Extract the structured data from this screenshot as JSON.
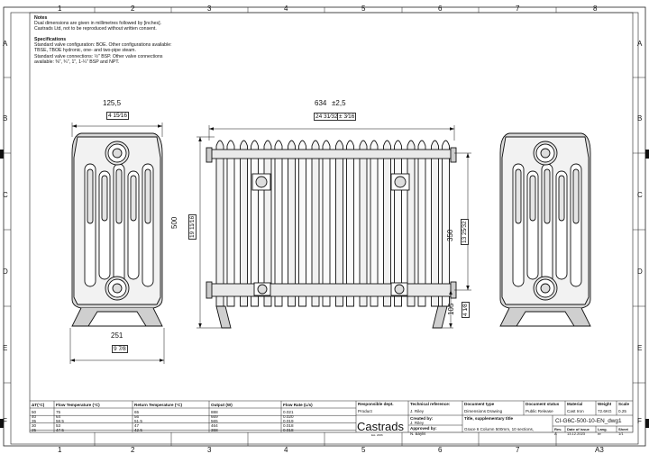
{
  "notes": {
    "heading": "Notes",
    "lines": [
      "Dual dimensions are given in millimetres followed by [inches].",
      "Castrads Ltd, not to be reproduced without written consent."
    ],
    "spec_heading": "Specifications",
    "spec_lines": [
      "Standard valve configuration: BOE. Other configurations available:",
      "TBSE, TBOE hydronic, one- and two-pipe steam.",
      "Standard valve connections: ½\" BSP. Other valve connections",
      "available: ⅜\", ¾\", 1\", 1-¼\" BSP and NPT."
    ]
  },
  "grid": {
    "columns": [
      "1",
      "2",
      "3",
      "4",
      "5",
      "6",
      "7",
      "8"
    ],
    "rows": [
      "A",
      "B",
      "C",
      "D",
      "E",
      "F"
    ]
  },
  "dimensions": {
    "side_depth_mm": "125,5",
    "side_depth_in": "4 15⁄16",
    "foot_width_mm": "251",
    "foot_width_in": "9 7⁄8",
    "length_mm": "634",
    "length_tol_mm": "±2,5",
    "length_in": "24 31⁄32",
    "length_tol_in": "± 3⁄16",
    "height_mm": "500",
    "height_in": "19 11⁄16",
    "centres_mm": "350",
    "centres_in": "13 25⁄32",
    "floor_mm": "105",
    "floor_in": "4 1⁄8"
  },
  "flow_table": {
    "headers": [
      "ΔT(°C)",
      "Flow Temperature (°C)",
      "Return Temperature (°C)",
      "Output (W)",
      "Flow Rate (L/s)"
    ],
    "rows": [
      [
        "50",
        "75",
        "65",
        "888",
        "0.021"
      ],
      [
        "40",
        "64",
        "56",
        "669",
        "0.020"
      ],
      [
        "35",
        "58.5",
        "51.5",
        "565",
        "0.019"
      ],
      [
        "30",
        "53",
        "47",
        "464",
        "0.018"
      ],
      [
        "25",
        "47.5",
        "42.5",
        "368",
        "0.018"
      ]
    ]
  },
  "title_block": {
    "responsible_label": "Responsible dept.",
    "responsible": "Product",
    "tech_ref_label": "Technical reference:",
    "tech_ref": "J. Riley",
    "doc_type_label": "Document type",
    "doc_type": "Dimensions Drawing",
    "doc_status_label": "Document status",
    "doc_status": "Public Release",
    "material_label": "Material",
    "material": "Cast Iron",
    "weight_label": "Weight",
    "weight": "72.6KG",
    "scale_label": "Scale",
    "scale": "0.25",
    "created_label": "Created by:",
    "created": "J. Riley",
    "approved_label": "Approved by:",
    "approved": "N. Baylis",
    "title_label": "Title, supplementary title",
    "title": "Grace 6 Column 500mm, 10 sections,",
    "drawing_no": "CI-G6C-500-10-EN_dwg1",
    "rev_label": "Rev.",
    "rev": "A",
    "date_label": "Date of issue",
    "date": "13.12.2023",
    "lang_label": "Lang.",
    "lang": "en",
    "sheet_label": "Sheet",
    "sheet": "1/1",
    "logo": "Castrads",
    "logo_sub": "Est. 2006",
    "paper": "A3"
  }
}
